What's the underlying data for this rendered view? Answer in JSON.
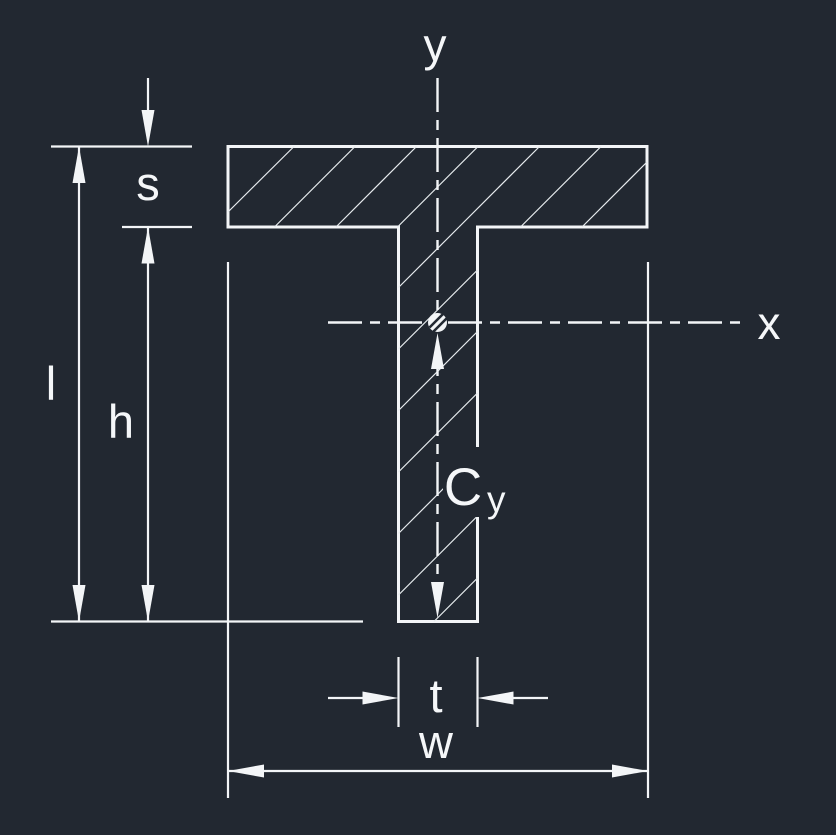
{
  "figure": {
    "description": "Engineering diagram of a T-beam cross-section with centroid axes and dimension annotations",
    "section_type": "T-section",
    "colors": {
      "background": "#222831",
      "line": "#f3f5f7",
      "text": "#f5f7f9"
    },
    "labels": {
      "y_axis": "y",
      "x_axis": "x",
      "flange_thickness": "s",
      "overall_height": "l",
      "stem_height": "h",
      "centroid_distance_main": "C",
      "centroid_distance_sub": "y",
      "stem_thickness": "t",
      "flange_width": "w"
    }
  }
}
